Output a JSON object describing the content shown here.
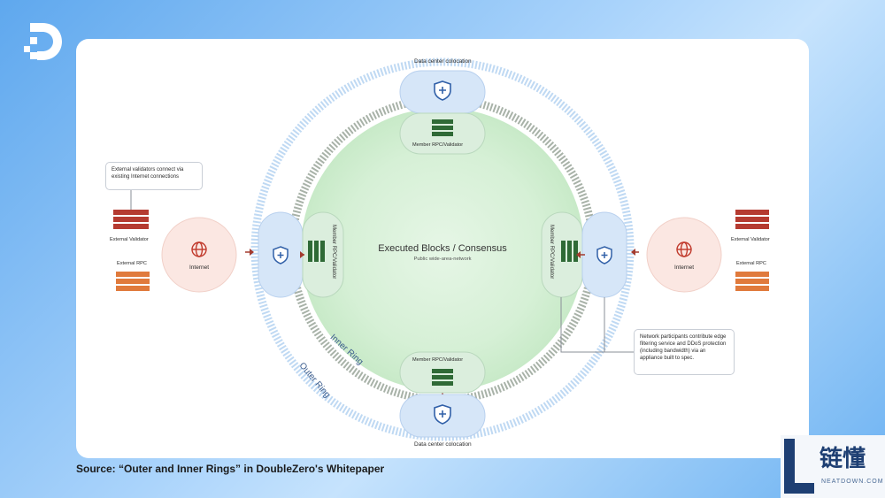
{
  "labels": {
    "dc_top": "Data center colocation",
    "dc_bottom": "Data center colocation",
    "member_top": "Member RPC/Validator",
    "member_bottom": "Member RPC/Validator",
    "member_left": "Member RPC/Validator",
    "member_right": "Member RPC/Validator",
    "center_title": "Executed Blocks / Consensus",
    "center_sub": "Public wide-area-network",
    "internet_left": "Internet",
    "internet_right": "Internet",
    "ext_validator_left": "External Validator",
    "ext_rpc_left": "External RPC",
    "ext_validator_right": "External Validator",
    "ext_rpc_right": "External RPC",
    "inner_ring": "Inner Ring",
    "outer_ring": "Outer Ring"
  },
  "callouts": {
    "left": "External validators connect via existing Internet connections",
    "right": "Network participants contribute edge filtering service and DDoS protection (including bandwidth) via an appliance built to spec."
  },
  "source": "Source: “Outer and Inner Rings” in DoubleZero's Whitepaper",
  "badge": {
    "title": "链懂",
    "subtitle": "NEATDOWN.COM"
  },
  "colors": {
    "validator_red": "#b53b31",
    "rpc_orange": "#e07a3c",
    "member_green": "#2f6a36",
    "shield_blue": "#3160a8",
    "arrow": "#a33a2e"
  },
  "icons": [
    "shield-plus-icon",
    "server-rack-icon",
    "globe-icon",
    "arrow-icon",
    "doublezero-logo"
  ]
}
